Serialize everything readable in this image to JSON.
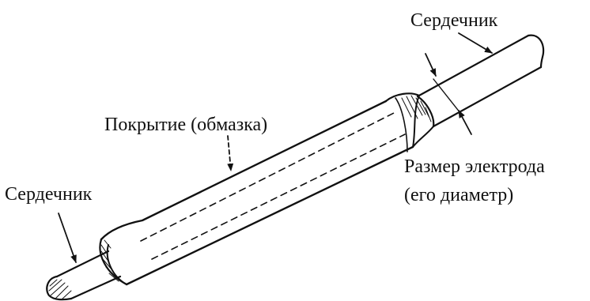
{
  "labels": {
    "core_top": "Сердечник",
    "coating": "Покрытие (обмазка)",
    "core_left": "Сердечник",
    "size_line1": "Размер электрода",
    "size_line2": "(его диаметр)"
  },
  "colors": {
    "ink": "#111111",
    "background": "#ffffff",
    "hatch": "#333333"
  }
}
